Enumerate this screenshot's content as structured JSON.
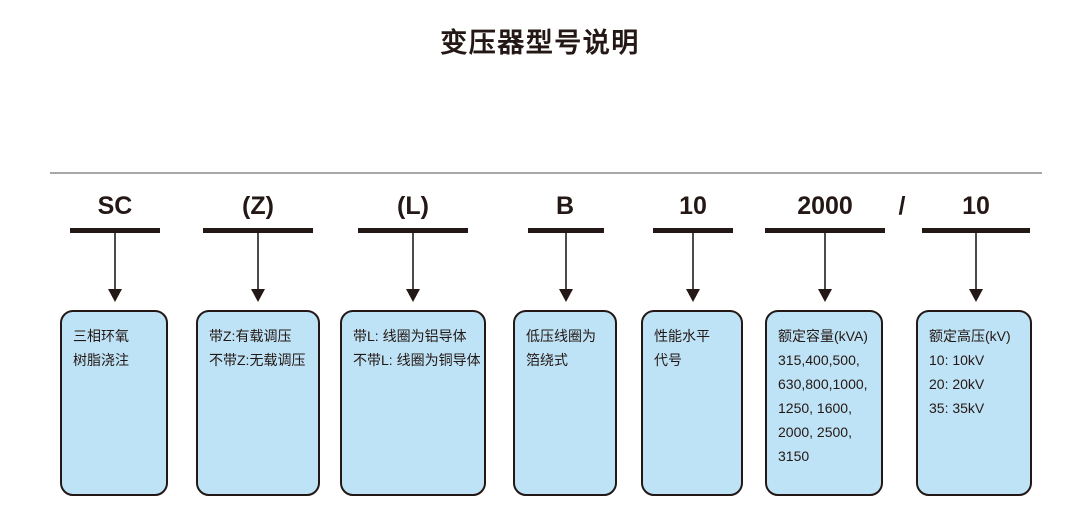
{
  "title": "变压器型号说明",
  "diagram": {
    "type": "model-code-breakdown",
    "separator": "/",
    "segments": [
      {
        "code": "SC",
        "lines": [
          "三相环氧",
          "树脂浇注"
        ]
      },
      {
        "code": "(Z)",
        "lines": [
          "带Z:有载调压",
          "不带Z:无载调压"
        ]
      },
      {
        "code": "(L)",
        "lines": [
          "带L: 线圈为铝导体",
          "不带L: 线圈为铜导体"
        ]
      },
      {
        "code": "B",
        "lines": [
          "低压线圈为",
          "箔绕式"
        ]
      },
      {
        "code": "10",
        "lines": [
          "性能水平",
          "代号"
        ]
      },
      {
        "code": "2000",
        "lines": [
          "额定容量(kVA)",
          "315,400,500,",
          "630,800,1000,",
          "1250, 1600,",
          "2000, 2500,",
          "3150"
        ]
      },
      {
        "code": "10",
        "lines": [
          "额定高压(kV)",
          "10: 10kV",
          "20: 20kV",
          "35: 35kV"
        ]
      }
    ]
  },
  "colors": {
    "ink": "#231815",
    "box_fill": "#bfe3f6",
    "rule": "#a8a8a8",
    "arrow": "#4b4b4b"
  }
}
